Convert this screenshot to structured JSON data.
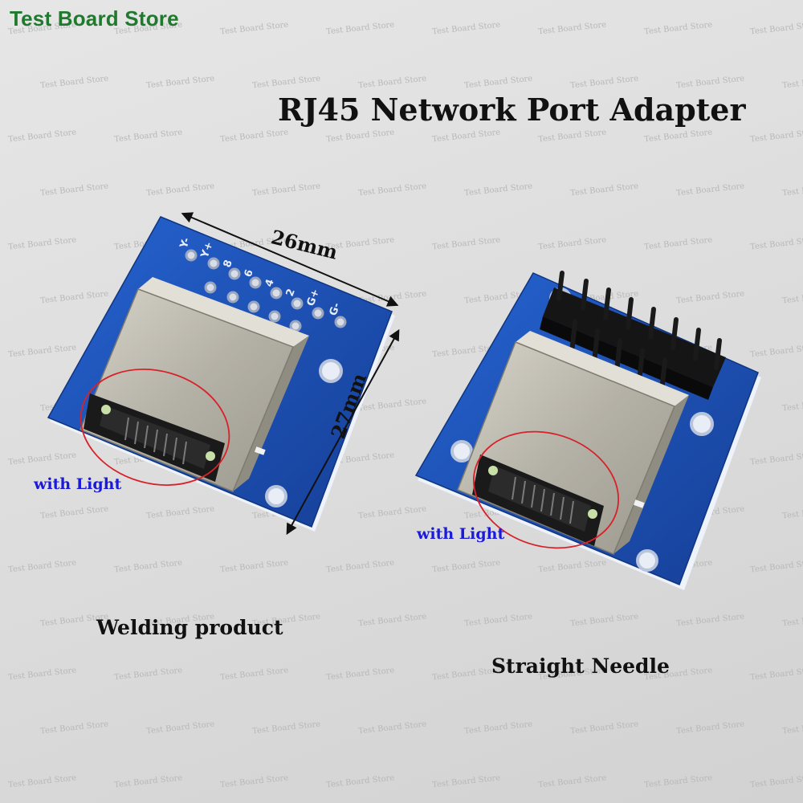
{
  "header": {
    "store_name": "Test Board Store",
    "title": "RJ45 Network Port Adapter"
  },
  "watermark": {
    "text": "Test Board Store"
  },
  "dimensions": {
    "width_label": "26mm",
    "height_label": "27mm"
  },
  "left_product": {
    "caption": "Welding product",
    "light_label": "with Light",
    "pin_labels": [
      "Y-",
      "Y+",
      "8",
      "6",
      "4",
      "2",
      "G+",
      "G-"
    ]
  },
  "right_product": {
    "caption": "Straight Needle",
    "light_label": "with Light"
  },
  "colors": {
    "pcb_blue": "#1b52b8",
    "metal": "#b9b6ac",
    "store_green": "#1f7a2e",
    "light_label_blue": "#1a1ad8",
    "circle_red": "#d8212a"
  }
}
